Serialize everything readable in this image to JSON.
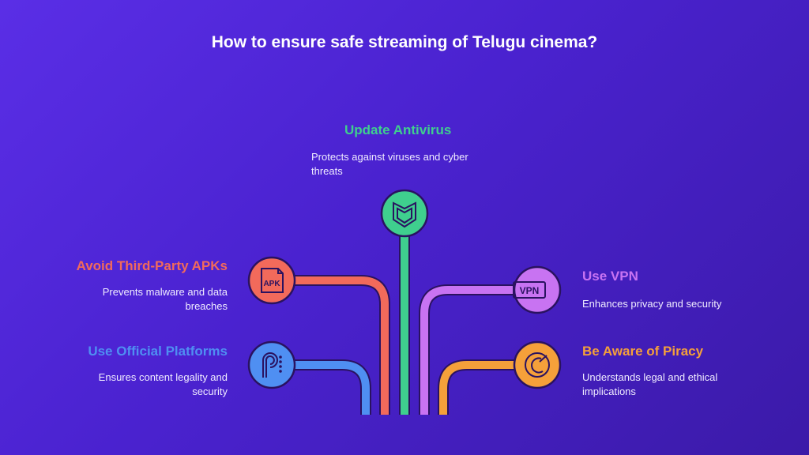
{
  "title": "How to ensure safe streaming of Telugu cinema?",
  "items": [
    {
      "heading": "Update Antivirus",
      "description": "Protects against viruses and cyber threats",
      "icon": "shield-icon",
      "color": "#3fcf8e"
    },
    {
      "heading": "Avoid Third-Party APKs",
      "description": "Prevents malware and data breaches",
      "icon": "apk-file-icon",
      "icon_text": "APK",
      "color": "#f26a5b"
    },
    {
      "heading": "Use Official Platforms",
      "description": "Ensures content legality and security",
      "icon": "platform-icon",
      "color": "#4f8ff2"
    },
    {
      "heading": "Use VPN",
      "description": "Enhances privacy and security",
      "icon": "vpn-icon",
      "icon_text": "VPN",
      "color": "#c873f2"
    },
    {
      "heading": "Be Aware of Piracy",
      "description": "Understands legal and ethical implications",
      "icon": "piracy-icon",
      "color": "#f5a03a"
    }
  ]
}
